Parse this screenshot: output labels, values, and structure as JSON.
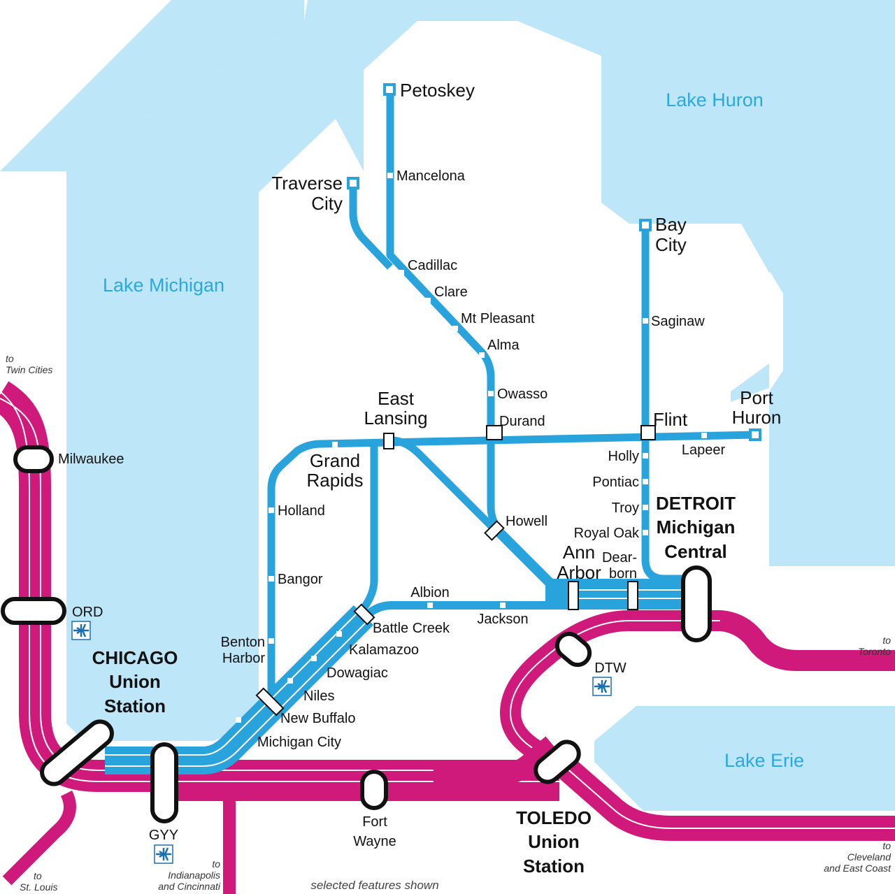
{
  "colors": {
    "water": "#bde6f8",
    "water_label": "#29a9e0",
    "michigan_lines": "#29a3dc",
    "regional_lines": "#d01a7b",
    "hub_outline": "#111111"
  },
  "lakes": {
    "michigan": "Lake Michigan",
    "huron": "Lake Huron",
    "erie": "Lake Erie"
  },
  "terminals": {
    "petoskey": "Petoskey",
    "traverse_city_1": "Traverse",
    "traverse_city_2": "City",
    "bay_city_1": "Bay",
    "bay_city_2": "City",
    "port_huron_1": "Port",
    "port_huron_2": "Huron"
  },
  "stations": {
    "mancelona": "Mancelona",
    "cadillac": "Cadillac",
    "clare": "Clare",
    "mt_pleasant": "Mt Pleasant",
    "alma": "Alma",
    "owasso": "Owasso",
    "durand": "Durand",
    "east_lansing_1": "East",
    "east_lansing_2": "Lansing",
    "grand_rapids_1": "Grand",
    "grand_rapids_2": "Rapids",
    "holland": "Holland",
    "bangor": "Bangor",
    "benton_harbor_1": "Benton",
    "benton_harbor_2": "Harbor",
    "saginaw": "Saginaw",
    "flint": "Flint",
    "lapeer": "Lapeer",
    "holly": "Holly",
    "pontiac": "Pontiac",
    "troy": "Troy",
    "royal_oak": "Royal Oak",
    "howell": "Howell",
    "ann_arbor_1": "Ann",
    "ann_arbor_2": "Arbor",
    "dearborn_1": "Dear-",
    "dearborn_2": "born",
    "albion": "Albion",
    "jackson": "Jackson",
    "battle_creek": "Battle Creek",
    "kalamazoo": "Kalamazoo",
    "dowagiac": "Dowagiac",
    "niles": "Niles",
    "new_buffalo": "New Buffalo",
    "michigan_city": "Michigan City",
    "milwaukee": "Milwaukee",
    "ord": "ORD",
    "gyy": "GYY",
    "dtw": "DTW",
    "fort_wayne_1": "Fort",
    "fort_wayne_2": "Wayne"
  },
  "hubs": {
    "detroit_1": "DETROIT",
    "detroit_2": "Michigan",
    "detroit_3": "Central",
    "chicago_1": "CHICAGO",
    "chicago_2": "Union",
    "chicago_3": "Station",
    "toledo_1": "TOLEDO",
    "toledo_2": "Union",
    "toledo_3": "Station"
  },
  "destinations": {
    "to_word": "to",
    "twin_cities": "Twin Cities",
    "st_louis": "St. Louis",
    "indianapolis_1": "Indianapolis",
    "indianapolis_2": "and Cincinnati",
    "toronto": "Toronto",
    "cleveland_1": "Cleveland",
    "cleveland_2": "and East Coast"
  },
  "airport_icon": "airplane-icon",
  "footnote": "selected features shown"
}
